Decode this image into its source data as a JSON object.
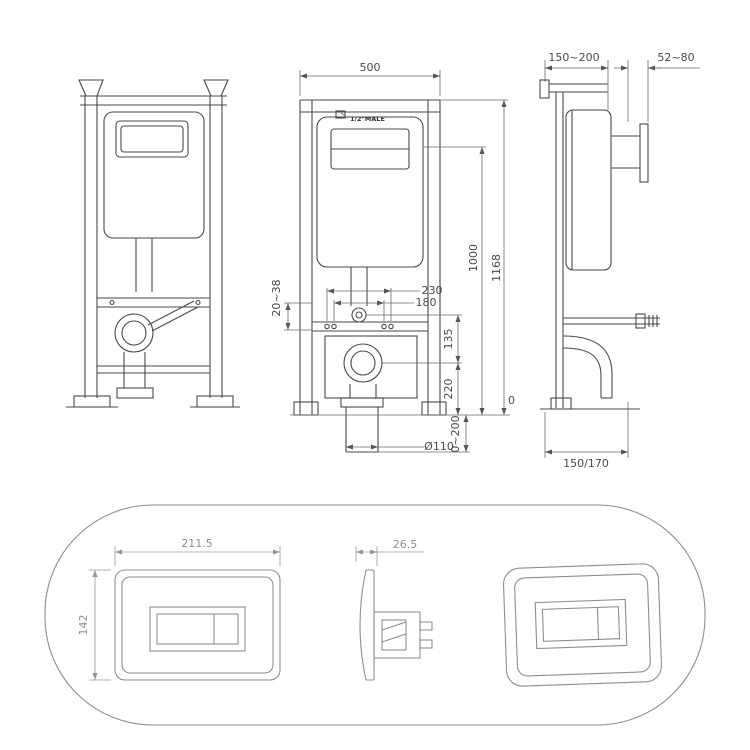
{
  "front_view": {
    "dims": {
      "width": "500",
      "inlet_thread": "1/2\"MALE",
      "height_fixing": "1000",
      "height_total": "1168",
      "bolt_span_outer": "230",
      "bolt_span_inner": "180",
      "inlet_adjust": "20~38",
      "outlet_offset": "135",
      "outlet_height": "220",
      "floor_datum": "0",
      "outlet_diameter": "Ø110",
      "floor_adjust": "0~200"
    }
  },
  "side_view": {
    "dims": {
      "frame_depth": "150~200",
      "plate_depth": "52~80",
      "outlet_depth": "150/170"
    }
  },
  "plate_views": {
    "dims": {
      "width": "211.5",
      "height": "142",
      "depth": "26.5"
    }
  },
  "colors": {
    "line": "#4a4a4a",
    "dim_line": "#6b6b6b",
    "panel_line": "#8f8f8f",
    "background": "#ffffff"
  }
}
